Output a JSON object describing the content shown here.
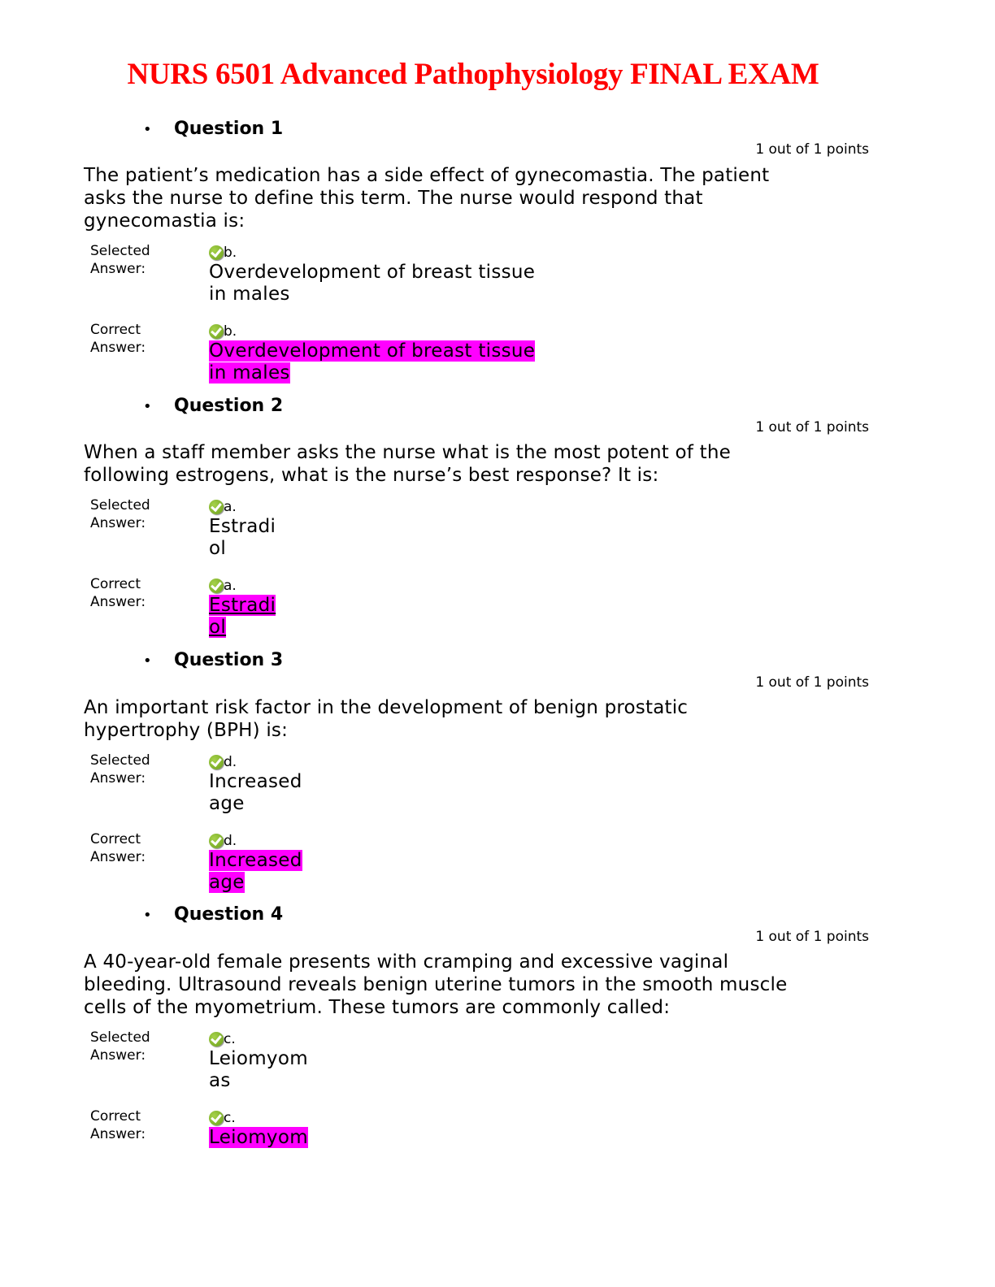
{
  "document": {
    "title": "NURS 6501 Advanced Pathophysiology FINAL EXAM",
    "labels": {
      "selected_1": "Selected",
      "selected_2": "Answer:",
      "correct_1": "Correct",
      "correct_2": "Answer:"
    },
    "colors": {
      "title": "#ff0000",
      "highlight": "#ff00ff",
      "check": "#7fb52a"
    },
    "questions": [
      {
        "heading": "Question 1",
        "points": "1 out of 1 points",
        "text_lines": [
          "The patient’s medication has a side effect of gynecomastia. The patient",
          "asks the nurse to define this term. The nurse would respond that",
          "gynecomastia is:"
        ],
        "selected_letter": "b.",
        "selected_lines": [
          "Overdevelopment of breast tissue",
          "in males"
        ],
        "correct_letter": "b.",
        "correct_lines": [
          "Overdevelopment of breast tissue",
          "in males"
        ]
      },
      {
        "heading": "Question 2",
        "points": "1 out of 1 points",
        "text_lines": [
          "When a staff member asks the nurse what is the most potent of the",
          "following estrogens, what is the nurse’s best response? It is:"
        ],
        "selected_letter": "a.",
        "selected_lines": [
          "Estradi",
          "ol"
        ],
        "correct_letter": "a.",
        "correct_lines": [
          "Estradi",
          "ol"
        ]
      },
      {
        "heading": "Question 3",
        "points": "1 out of 1 points",
        "text_lines": [
          "An important risk factor in the development of benign prostatic",
          "hypertrophy (BPH) is:"
        ],
        "selected_letter": "d.",
        "selected_lines": [
          "Increased",
          "age"
        ],
        "correct_letter": "d.",
        "correct_lines": [
          "Increased",
          "age"
        ]
      },
      {
        "heading": "Question 4",
        "points": "1 out of 1 points",
        "text_lines": [
          "A 40-year-old female presents with cramping and excessive vaginal",
          "bleeding. Ultrasound reveals benign uterine tumors in the smooth muscle",
          "cells of the myometrium. These tumors are commonly called:"
        ],
        "selected_letter": "c.",
        "selected_lines": [
          "Leiomyom",
          "as"
        ],
        "correct_letter": "c.",
        "correct_lines": [
          "Leiomyom"
        ]
      }
    ]
  }
}
